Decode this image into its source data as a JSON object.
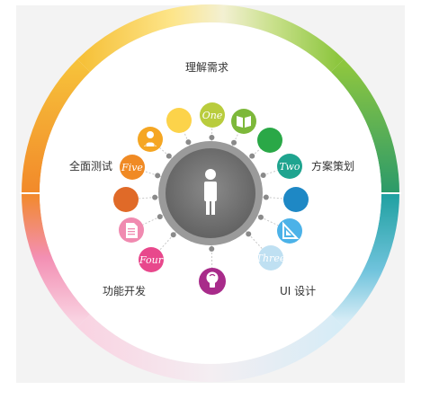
{
  "labels": {
    "top": "理解需求",
    "right": "方案策划",
    "bottom_right": "UI 设计",
    "bottom_left": "功能开发",
    "left": "全面测试"
  },
  "stages": {
    "one": "One",
    "two": "Two",
    "three": "Three",
    "four": "Four",
    "five": "Five"
  },
  "icons": {
    "center": "person-icon",
    "book": "book-icon",
    "ruler": "triangle-ruler-icon",
    "lightbulb": "lightbulb-icon",
    "document": "document-icon",
    "team": "team-icon"
  },
  "colors": {
    "one": "#b9cc3d",
    "two": "#1fa48f",
    "three": "#bfe0f2",
    "four": "#e8488c",
    "five": "#f08a24",
    "book_bg": "#7db83a",
    "green": "#2aa847",
    "blue": "#1e88c5",
    "ruler_bg": "#4cb2e8",
    "lightbulb_bg": "#a82b8a",
    "document_bg": "#f08ab0",
    "orange_dark": "#e06a28",
    "team_bg": "#f5a623",
    "yellow": "#fcd34a",
    "hub": "#6d6d6d"
  }
}
